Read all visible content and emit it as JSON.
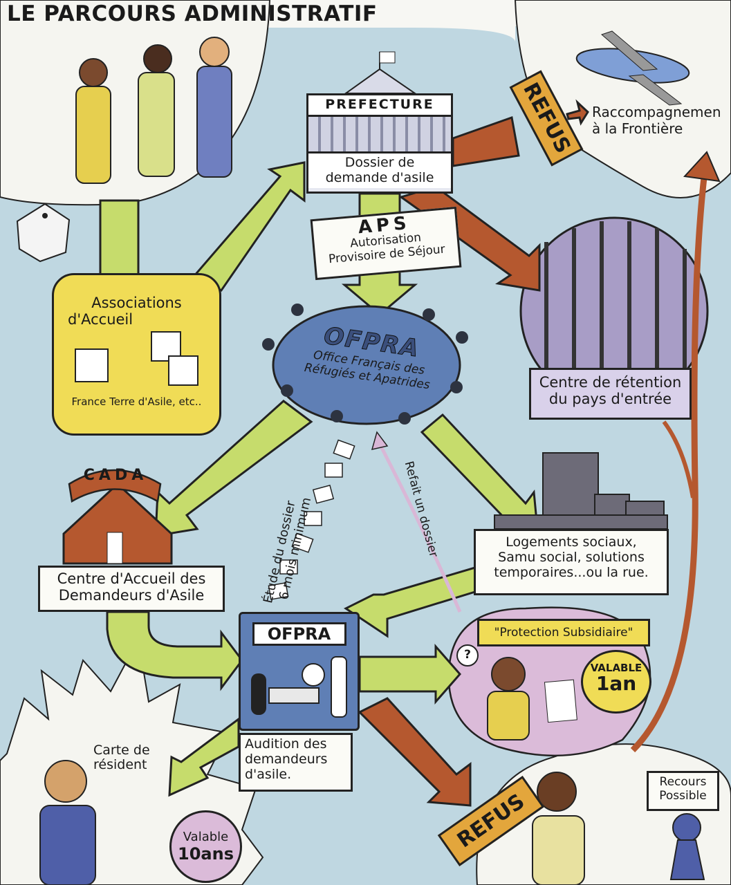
{
  "title": "LE PARCOURS ADMINISTRATIF",
  "colors": {
    "background": "#bfd7e1",
    "green_path": "#c6dc6c",
    "brown_path": "#b5582f",
    "ofpra": "#5f7fb5",
    "yellow": "#f0dc56",
    "purple": "#a89dc6",
    "pink": "#dbbbd9"
  },
  "prefecture": {
    "label": "PREFECTURE",
    "caption": "Dossier de demande d'asile"
  },
  "aps": {
    "acronym": "APS",
    "line1": "Autorisation",
    "line2": "Provisoire de Séjour"
  },
  "ofpra_center": {
    "title": "OFPRA",
    "line1": "Office Français des",
    "line2": "Réfugiés et Apatrides"
  },
  "associations": {
    "line1": "Associations",
    "line2": "d'Accueil",
    "footer": "France Terre d'Asile, etc.."
  },
  "retention": {
    "line1": "Centre de rétention",
    "line2": "du pays d'entrée"
  },
  "refus_top": "REFUS",
  "raccompagnement": {
    "line1": "Raccompagnemen",
    "line2": "à la Frontière"
  },
  "cada": {
    "sign": "CADA",
    "line1": "Centre d'Accueil des",
    "line2": "Demandeurs d'Asile"
  },
  "logements": {
    "line1": "Logements sociaux,",
    "line2": "Samu social, solutions",
    "line3": "temporaires...ou la rue."
  },
  "etude": {
    "line1": "Étude du dossier",
    "line2": "6 mois minimum"
  },
  "refait": "Refait un dossier",
  "ofpra_audition": {
    "title": "OFPRA",
    "line1": "Audition des",
    "line2": "demandeurs",
    "line3": "d'asile."
  },
  "protection": {
    "label": "\"Protection Subsidiaire\"",
    "valable": "VALABLE",
    "duration": "1an",
    "question": "?"
  },
  "carte": {
    "line1": "Carte de",
    "line2": "résident",
    "valable": "Valable",
    "duration": "10ans"
  },
  "refus_bottom": "REFUS",
  "recours": {
    "line1": "Recours",
    "line2": "Possible"
  }
}
